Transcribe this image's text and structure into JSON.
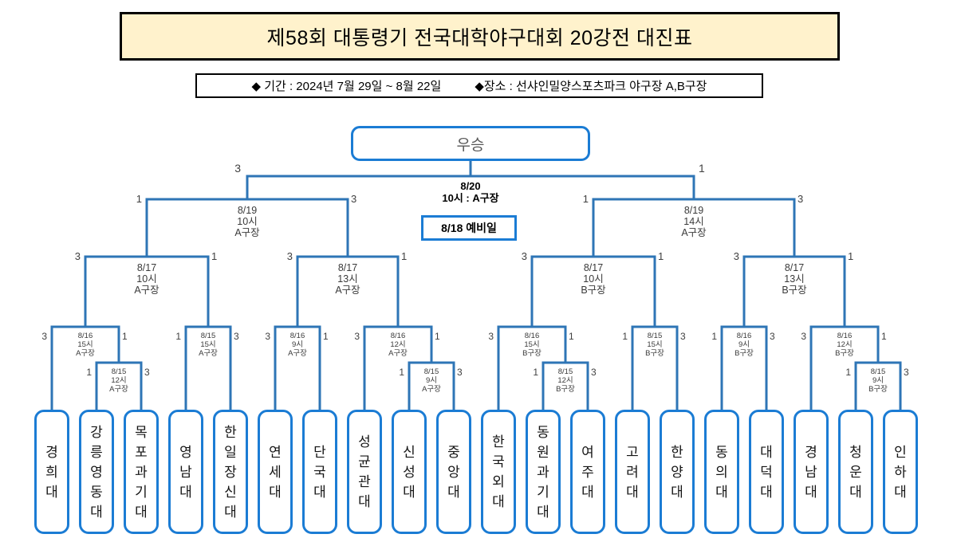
{
  "header": {
    "title": "제58회 대통령기 전국대학야구대회 20강전 대진표",
    "period": "◆ 기간 : 2024년 7월 29일 ~ 8월 22일",
    "venue": "◆장소 : 선샤인밀양스포츠파크 야구장 A,B구장"
  },
  "colors": {
    "line": "#2E75B6",
    "box_border": "#1B7CD4",
    "title_bg": "#FFF2CC"
  },
  "bracket": {
    "champion_label": "우승",
    "reserve_label": "8/18 예비일",
    "final": {
      "info": [
        "8/20",
        "10시 : A구장"
      ],
      "left_score": "3",
      "right_score": "1"
    },
    "semifinals": [
      {
        "info": [
          "8/19",
          "10시",
          "A구장"
        ],
        "left_score": "1",
        "right_score": "3"
      },
      {
        "info": [
          "8/19",
          "14시",
          "A구장"
        ],
        "left_score": "1",
        "right_score": "3"
      }
    ],
    "quarterfinals": [
      {
        "info": [
          "8/17",
          "10시",
          "A구장"
        ],
        "left_score": "3",
        "right_score": "1"
      },
      {
        "info": [
          "8/17",
          "13시",
          "A구장"
        ],
        "left_score": "3",
        "right_score": "1"
      },
      {
        "info": [
          "8/17",
          "10시",
          "B구장"
        ],
        "left_score": "3",
        "right_score": "1"
      },
      {
        "info": [
          "8/17",
          "13시",
          "B구장"
        ],
        "left_score": "3",
        "right_score": "1"
      }
    ],
    "round2": [
      {
        "info": [
          "8/16",
          "15시",
          "A구장"
        ],
        "left_score": "3",
        "right_score": "1"
      },
      {
        "info": [
          "8/15",
          "15시",
          "A구장"
        ],
        "left_score": "1",
        "right_score": "3"
      },
      {
        "info": [
          "8/16",
          "9시",
          "A구장"
        ],
        "left_score": "3",
        "right_score": "1"
      },
      {
        "info": [
          "8/16",
          "12시",
          "A구장"
        ],
        "left_score": "3",
        "right_score": "1"
      },
      {
        "info": [
          "8/16",
          "15시",
          "B구장"
        ],
        "left_score": "3",
        "right_score": "1"
      },
      {
        "info": [
          "8/15",
          "15시",
          "B구장"
        ],
        "left_score": "1",
        "right_score": "3"
      },
      {
        "info": [
          "8/16",
          "9시",
          "B구장"
        ],
        "left_score": "1",
        "right_score": "3"
      },
      {
        "info": [
          "8/16",
          "12시",
          "B구장"
        ],
        "left_score": "3",
        "right_score": "1"
      }
    ],
    "round1": [
      {
        "info": [
          "8/15",
          "12시",
          "A구장"
        ],
        "left_score": "1",
        "right_score": "3"
      },
      {
        "info": [
          "8/15",
          "9시",
          "A구장"
        ],
        "left_score": "1",
        "right_score": "3"
      },
      {
        "info": [
          "8/15",
          "12시",
          "B구장"
        ],
        "left_score": "1",
        "right_score": "3"
      },
      {
        "info": [
          "8/15",
          "9시",
          "B구장"
        ],
        "left_score": "1",
        "right_score": "3"
      }
    ],
    "teams": [
      "경희대",
      "강릉영동대",
      "목포과기대",
      "영남대",
      "한일장신대",
      "연세대",
      "단국대",
      "성균관대",
      "신성대",
      "중앙대",
      "한국외대",
      "동원과기대",
      "여주대",
      "고려대",
      "한양대",
      "동의대",
      "대덕대",
      "경남대",
      "청운대",
      "인하대"
    ]
  }
}
